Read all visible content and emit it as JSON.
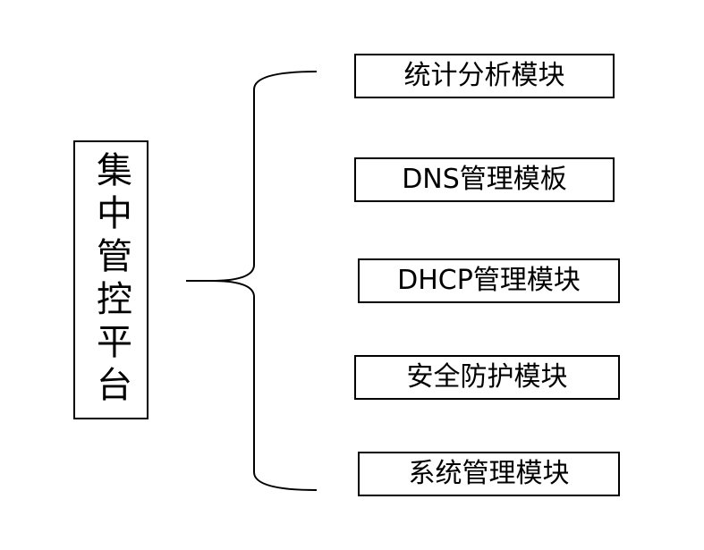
{
  "root": {
    "label": "集中管控平台"
  },
  "modules": [
    {
      "label": "统计分析模块"
    },
    {
      "label": "DNS管理模板"
    },
    {
      "label": "DHCP管理模块"
    },
    {
      "label": "安全防护模块"
    },
    {
      "label": "系统管理模块"
    }
  ]
}
